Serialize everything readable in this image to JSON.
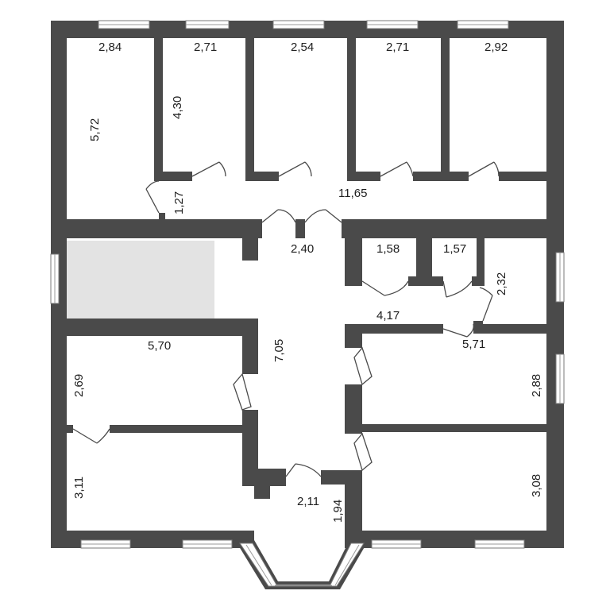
{
  "colors": {
    "wall": "#4a4a4a",
    "background": "#ffffff",
    "shaded_room": "#e3e3e3",
    "text": "#1e1e1e"
  },
  "dimensions": {
    "top_room_1_width": "2,84",
    "top_room_1_height": "5,72",
    "top_room_2_width": "2,71",
    "top_room_2_height": "4,30",
    "top_room_3_width": "2,54",
    "top_room_4_width": "2,71",
    "top_room_5_width": "2,92",
    "corridor_height": "1,27",
    "corridor_length": "11,65",
    "hall_width": "2,40",
    "hall_length": "7,05",
    "small_room_1_width": "1,58",
    "small_room_2_width": "1,57",
    "right_room_height": "2,32",
    "right_passage_length": "4,17",
    "right_room_width": "5,71",
    "left_room_width": "5,70",
    "left_room_height": "2,69",
    "right_middle_room_height": "2,88",
    "bottom_left_room_height": "3,11",
    "bottom_right_room_height": "3,08",
    "vestibule_width": "2,11",
    "vestibule_height": "1,94"
  }
}
